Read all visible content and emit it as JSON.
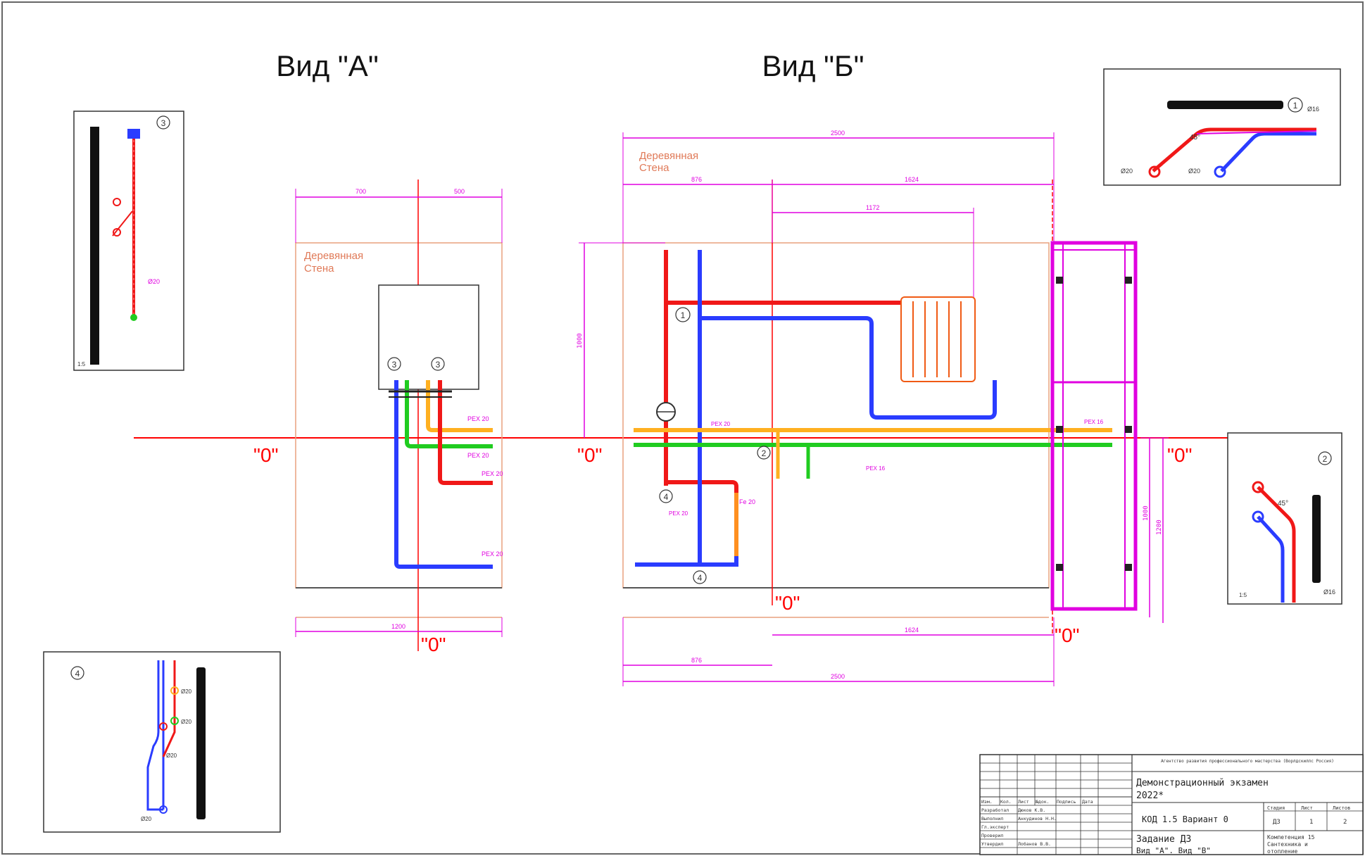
{
  "views": {
    "a": "Вид \"А\"",
    "b": "Вид \"Б\""
  },
  "wall_label": [
    "Деревянная",
    "Стена"
  ],
  "zero_mark": "\"0\"",
  "dims_a": {
    "left": "700",
    "right": "500",
    "bottom": "1200"
  },
  "dims_b": {
    "top": "2500",
    "left": "876",
    "right": "1624",
    "radiator": "1172",
    "height_left": "1000",
    "height_right_1": "1000",
    "height_right_2": "1200",
    "bottom_left": "876",
    "bottom_right": "1624",
    "bottom": "2500"
  },
  "pipe_labels": {
    "pex20": "PEX 20",
    "pe20": "Fe 20",
    "pex16": "PEX 16",
    "pex20_small": "PEX 20"
  },
  "callouts": {
    "c1": "1",
    "c2": "2",
    "c3": "3",
    "c4": "4"
  },
  "detail_labels": {
    "scale": "1:5",
    "d16": "Ø16",
    "d20": "Ø20",
    "a45": "45°"
  },
  "title_block": {
    "org": "Агентство развития профессионального мастерства (Ворлдскиллс Россия)",
    "exam": "Демонстрационный экзамен",
    "year": "2022*",
    "code": "КОД 1.5 Вариант 0",
    "task": "Задание ДЗ",
    "views": "Вид \"А\". Вид \"В\"",
    "stage_h": "Стадия",
    "sheet_h": "Лист",
    "sheets_h": "Листов",
    "stage": "ДЗ",
    "sheet": "1",
    "sheets": "2",
    "competence": "Компетенция 15",
    "competence2": "Сантехника и",
    "competence3": "отопление",
    "rows": [
      {
        "role": "Изм.",
        "name": "Кол.",
        "c3": "Лист",
        "c4": "№док.",
        "c5": "Подпись",
        "c6": "Дата"
      },
      {
        "role": "Разработал",
        "name": "Дюков К.В."
      },
      {
        "role": "Выполнил",
        "name": "Анкудинов Н.Н."
      },
      {
        "role": "Гл.эксперт",
        "name": ""
      },
      {
        "role": "Проверил",
        "name": ""
      },
      {
        "role": "Утвердил",
        "name": "Лобанов В.В."
      }
    ]
  }
}
